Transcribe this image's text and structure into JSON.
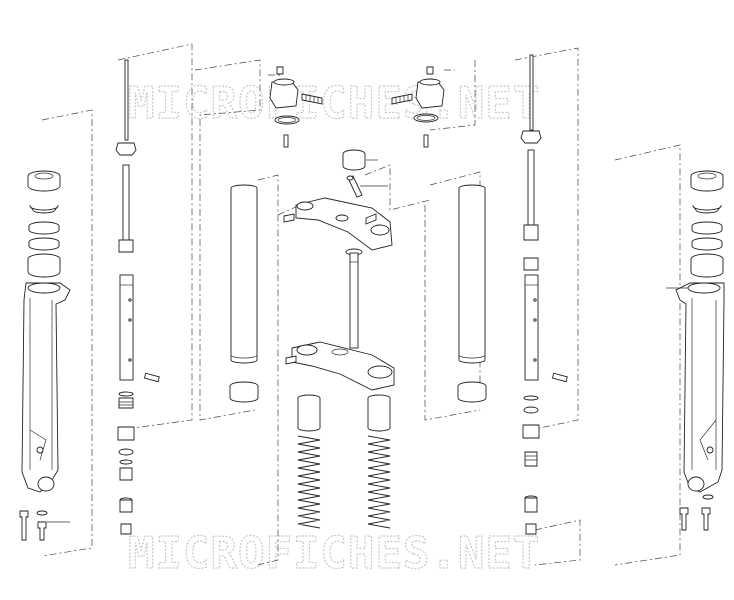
{
  "watermark": {
    "top": "MICROFICHES.NET",
    "bottom": "MICROFICHES.NET",
    "color": "#c8c8c8"
  },
  "diagram": {
    "line_color": "#222222",
    "icons": [
      "fork-leg-left",
      "fork-leg-right",
      "inner-tube-left",
      "inner-tube-right",
      "damper-rod-left",
      "damper-rod-right",
      "upper-triple-clamp",
      "lower-triple-clamp",
      "spring-left",
      "spring-right",
      "fork-cap-left",
      "fork-cap-right",
      "steering-stem",
      "seal-stack-left",
      "seal-stack-right",
      "bolt"
    ]
  }
}
